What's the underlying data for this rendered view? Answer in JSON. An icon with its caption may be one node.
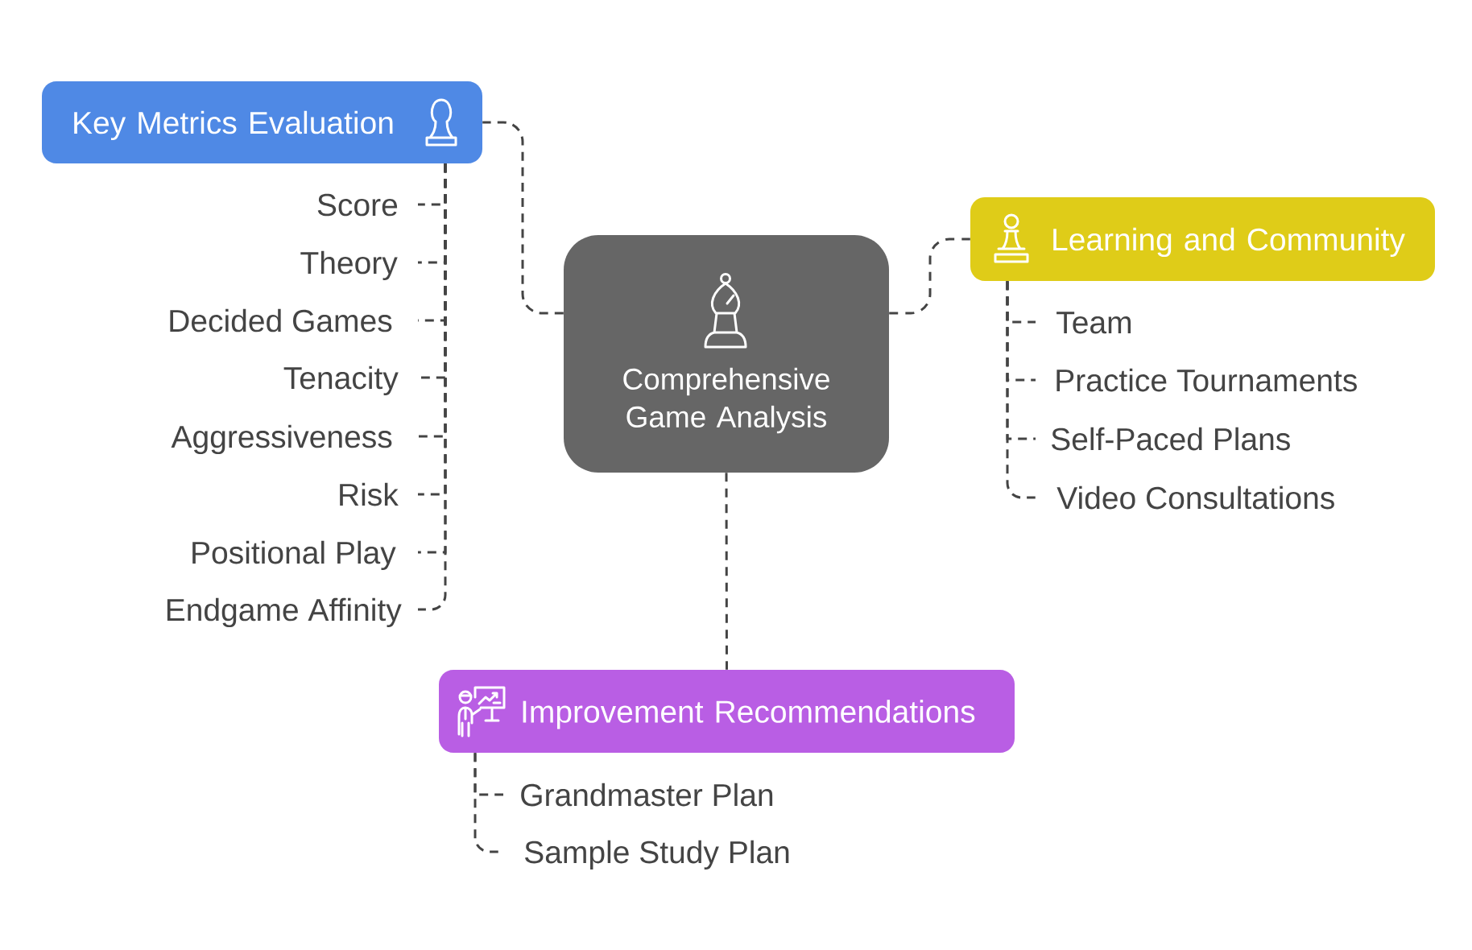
{
  "diagram": {
    "nodes": [
      {
        "text": [
          "Comprehensive Game Analysis"
        ]
      },
      {
        "text": [
          "Key Metrics Evaluation"
        ]
      },
      {
        "text": [
          "Score"
        ]
      },
      {
        "text": [
          "Theory"
        ]
      },
      {
        "text": [
          "Decided Games"
        ]
      },
      {
        "text": [
          "Tenacity"
        ]
      },
      {
        "text": [
          "Aggressiveness"
        ]
      },
      {
        "text": [
          "Risk"
        ]
      },
      {
        "text": [
          "Positional Play"
        ]
      },
      {
        "text": [
          "Endgame Affinity"
        ]
      },
      {
        "text": [
          "Learning and Community"
        ]
      },
      {
        "text": [
          "Team"
        ]
      },
      {
        "text": [
          "Practice Tournaments"
        ]
      },
      {
        "text": [
          "Self-Paced Plans"
        ]
      },
      {
        "text": [
          "Video Consultations"
        ]
      },
      {
        "text": [
          "Improvement Recommendations"
        ]
      },
      {
        "text": [
          "Grandmaster Plan"
        ]
      },
      {
        "text": [
          "Sample Study Plan"
        ]
      }
    ],
    "edges": [
      {
        "from": 0,
        "to": 1,
        "arrow": "none",
        "style": "dashed"
      },
      {
        "from": 0,
        "to": 10,
        "arrow": "none",
        "style": "dashed"
      },
      {
        "from": 0,
        "to": 15,
        "arrow": "none",
        "style": "dashed"
      },
      {
        "from": 1,
        "to": 2,
        "arrow": "none",
        "style": "dashed"
      },
      {
        "from": 1,
        "to": 3,
        "arrow": "none",
        "style": "dashed"
      },
      {
        "from": 1,
        "to": 4,
        "arrow": "none",
        "style": "dashed"
      },
      {
        "from": 1,
        "to": 5,
        "arrow": "none",
        "style": "dashed"
      },
      {
        "from": 1,
        "to": 6,
        "arrow": "none",
        "style": "dashed"
      },
      {
        "from": 1,
        "to": 7,
        "arrow": "none",
        "style": "dashed"
      },
      {
        "from": 1,
        "to": 8,
        "arrow": "none",
        "style": "dashed"
      },
      {
        "from": 1,
        "to": 9,
        "arrow": "none",
        "style": "dashed"
      },
      {
        "from": 10,
        "to": 11,
        "arrow": "none",
        "style": "dashed"
      },
      {
        "from": 10,
        "to": 12,
        "arrow": "none",
        "style": "dashed"
      },
      {
        "from": 10,
        "to": 13,
        "arrow": "none",
        "style": "dashed"
      },
      {
        "from": 10,
        "to": 14,
        "arrow": "none",
        "style": "dashed"
      },
      {
        "from": 15,
        "to": 16,
        "arrow": "none",
        "style": "dashed"
      },
      {
        "from": 15,
        "to": 17,
        "arrow": "none",
        "style": "dashed"
      }
    ]
  }
}
